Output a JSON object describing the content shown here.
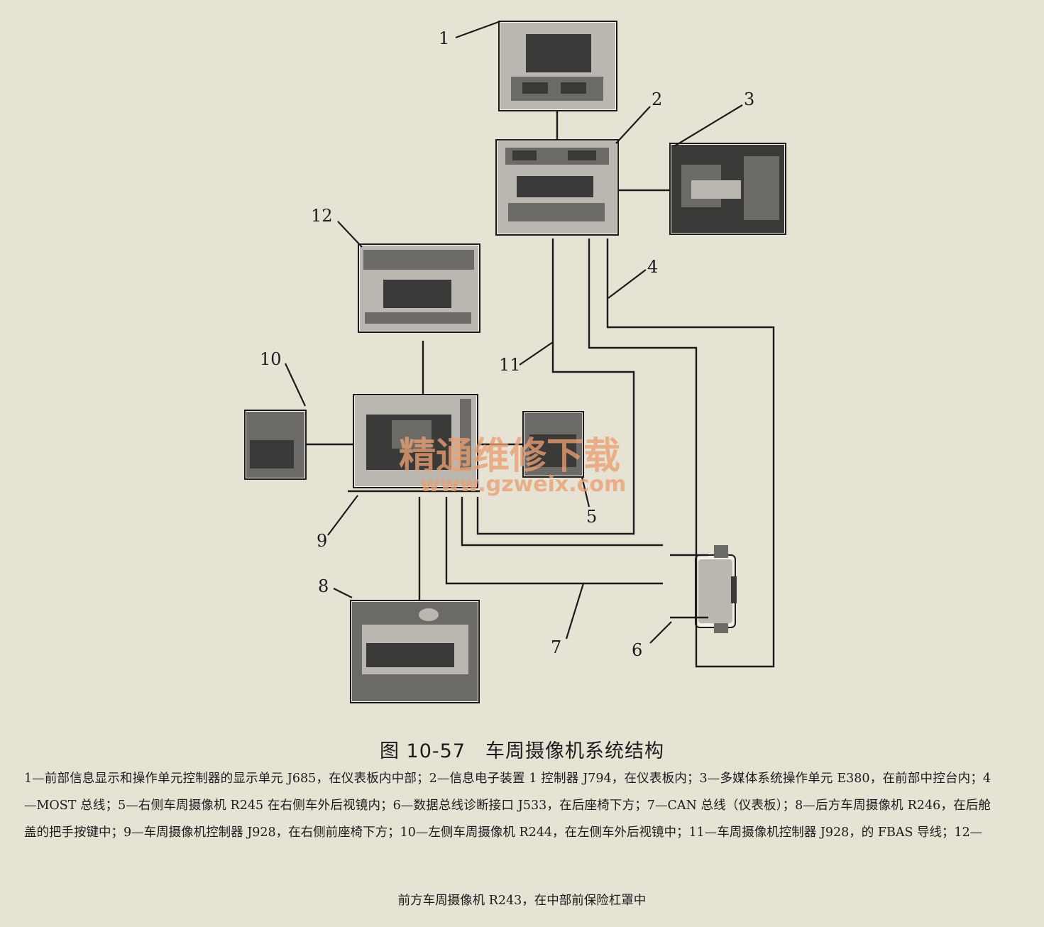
{
  "figure": {
    "caption": "图 10-57　车周摄像机系统结构",
    "legend_text": "1—前部信息显示和操作单元控制器的显示单元 J685，在仪表板内中部；2—信息电子装置 1 控制器 J794，在仪表板内；3—多媒体系统操作单元 E380，在前部中控台内；4—MOST 总线；5—右侧车周摄像机 R245 在右侧车外后视镜内；6—数据总线诊断接口 J533，在后座椅下方；7—CAN 总线（仪表板）；8—后方车周摄像机 R246，在后舱盖的把手按键中；9—车周摄像机控制器 J928，在右侧前座椅下方；10—左侧车周摄像机 R244，在左侧车外后视镜中；11—车周摄像机控制器 J928，的 FBAS 导线；12—",
    "legend_last_line": "前方车周摄像机 R243，在中部前保险杠罩中"
  },
  "callouts": {
    "c1": "1",
    "c2": "2",
    "c3": "3",
    "c4": "4",
    "c5": "5",
    "c6": "6",
    "c7": "7",
    "c8": "8",
    "c9": "9",
    "c10": "10",
    "c11": "11",
    "c12": "12"
  },
  "watermark": {
    "text": "精通维修下载",
    "url": "www.gzweix.com",
    "color": "#e9a073"
  },
  "colors": {
    "paper": "#e6e2d4",
    "ink": "#1b1b1b"
  }
}
